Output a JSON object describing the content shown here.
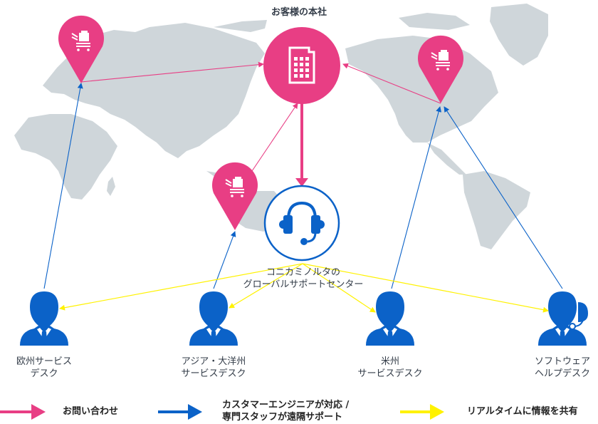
{
  "colors": {
    "pink": "#e83e84",
    "blue": "#0b62c8",
    "yellow": "#fff200",
    "land": "#cfd6da",
    "text": "#333c48"
  },
  "headquarters": {
    "title": "お客様の本社",
    "icon": "office-building-icon"
  },
  "support_center": {
    "label": "コニカミノルタの\nグローバルサポートセンター",
    "icon": "headset-icon"
  },
  "customer_sites": [
    {
      "region": "europe",
      "icon": "copier-map-pin-icon"
    },
    {
      "region": "asia-pacific",
      "icon": "copier-map-pin-icon"
    },
    {
      "region": "americas",
      "icon": "copier-map-pin-icon"
    }
  ],
  "service_desks": [
    {
      "label": "欧州サービス\nデスク",
      "icon": "businessman-icon"
    },
    {
      "label": "アジア・大洋州\nサービスデスク",
      "icon": "businessman-icon"
    },
    {
      "label": "米州\nサービスデスク",
      "icon": "businessman-icon"
    },
    {
      "label": "ソフトウェア\nヘルプデスク",
      "icon": "operator-headset-icon"
    }
  ],
  "legend": [
    {
      "label": "お問い合わせ",
      "color": "#e83e84"
    },
    {
      "label": "カスタマーエンジニアが対応 /\n専門スタッフが遠隔サポート",
      "color": "#0b62c8"
    },
    {
      "label": "リアルタイムに情報を共有",
      "color": "#fff200"
    }
  ]
}
